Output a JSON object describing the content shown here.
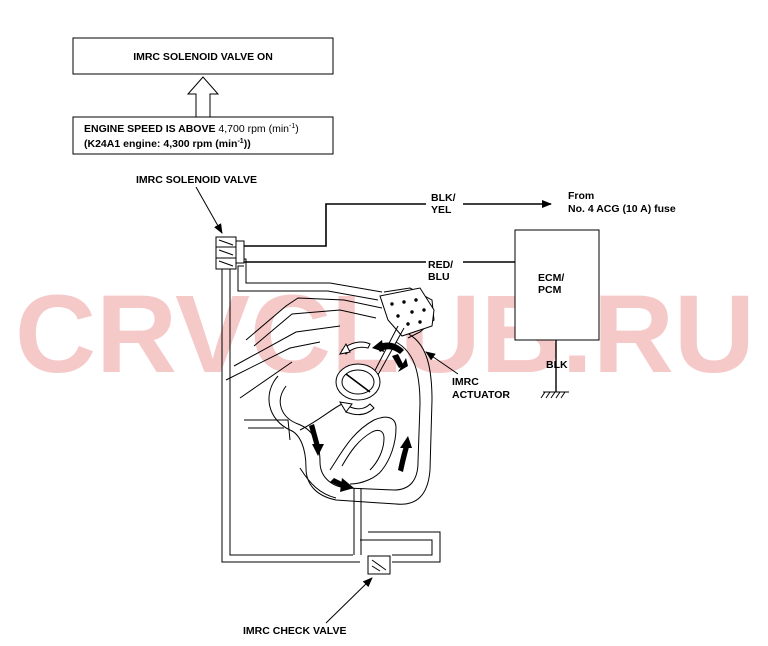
{
  "watermark": {
    "text": "CRVCLUB.RU",
    "color": "#f6c9c9"
  },
  "boxes": {
    "top": "IMRC SOLENOID VALVE ON",
    "condition_line1_pre": "ENGINE SPEED IS ABOVE ",
    "condition_line1_val": "4,700 rpm (min",
    "condition_line1_sup": "-1",
    "condition_line1_post": ")",
    "condition_line2_pre": "(K24A1 engine: 4,300 rpm (min",
    "condition_line2_sup": "-1",
    "condition_line2_post": "))"
  },
  "labels": {
    "solenoid_valve": "IMRC SOLENOID VALVE",
    "wire1_a": "BLK/",
    "wire1_b": "YEL",
    "wire2_a": "RED/",
    "wire2_b": "BLU",
    "from_a": "From",
    "from_b": "No. 4 ACG (10 A) fuse",
    "ecm_a": "ECM/",
    "ecm_b": "PCM",
    "ground_wire": "BLK",
    "actuator_a": "IMRC",
    "actuator_b": "ACTUATOR",
    "check_valve": "IMRC CHECK VALVE"
  }
}
